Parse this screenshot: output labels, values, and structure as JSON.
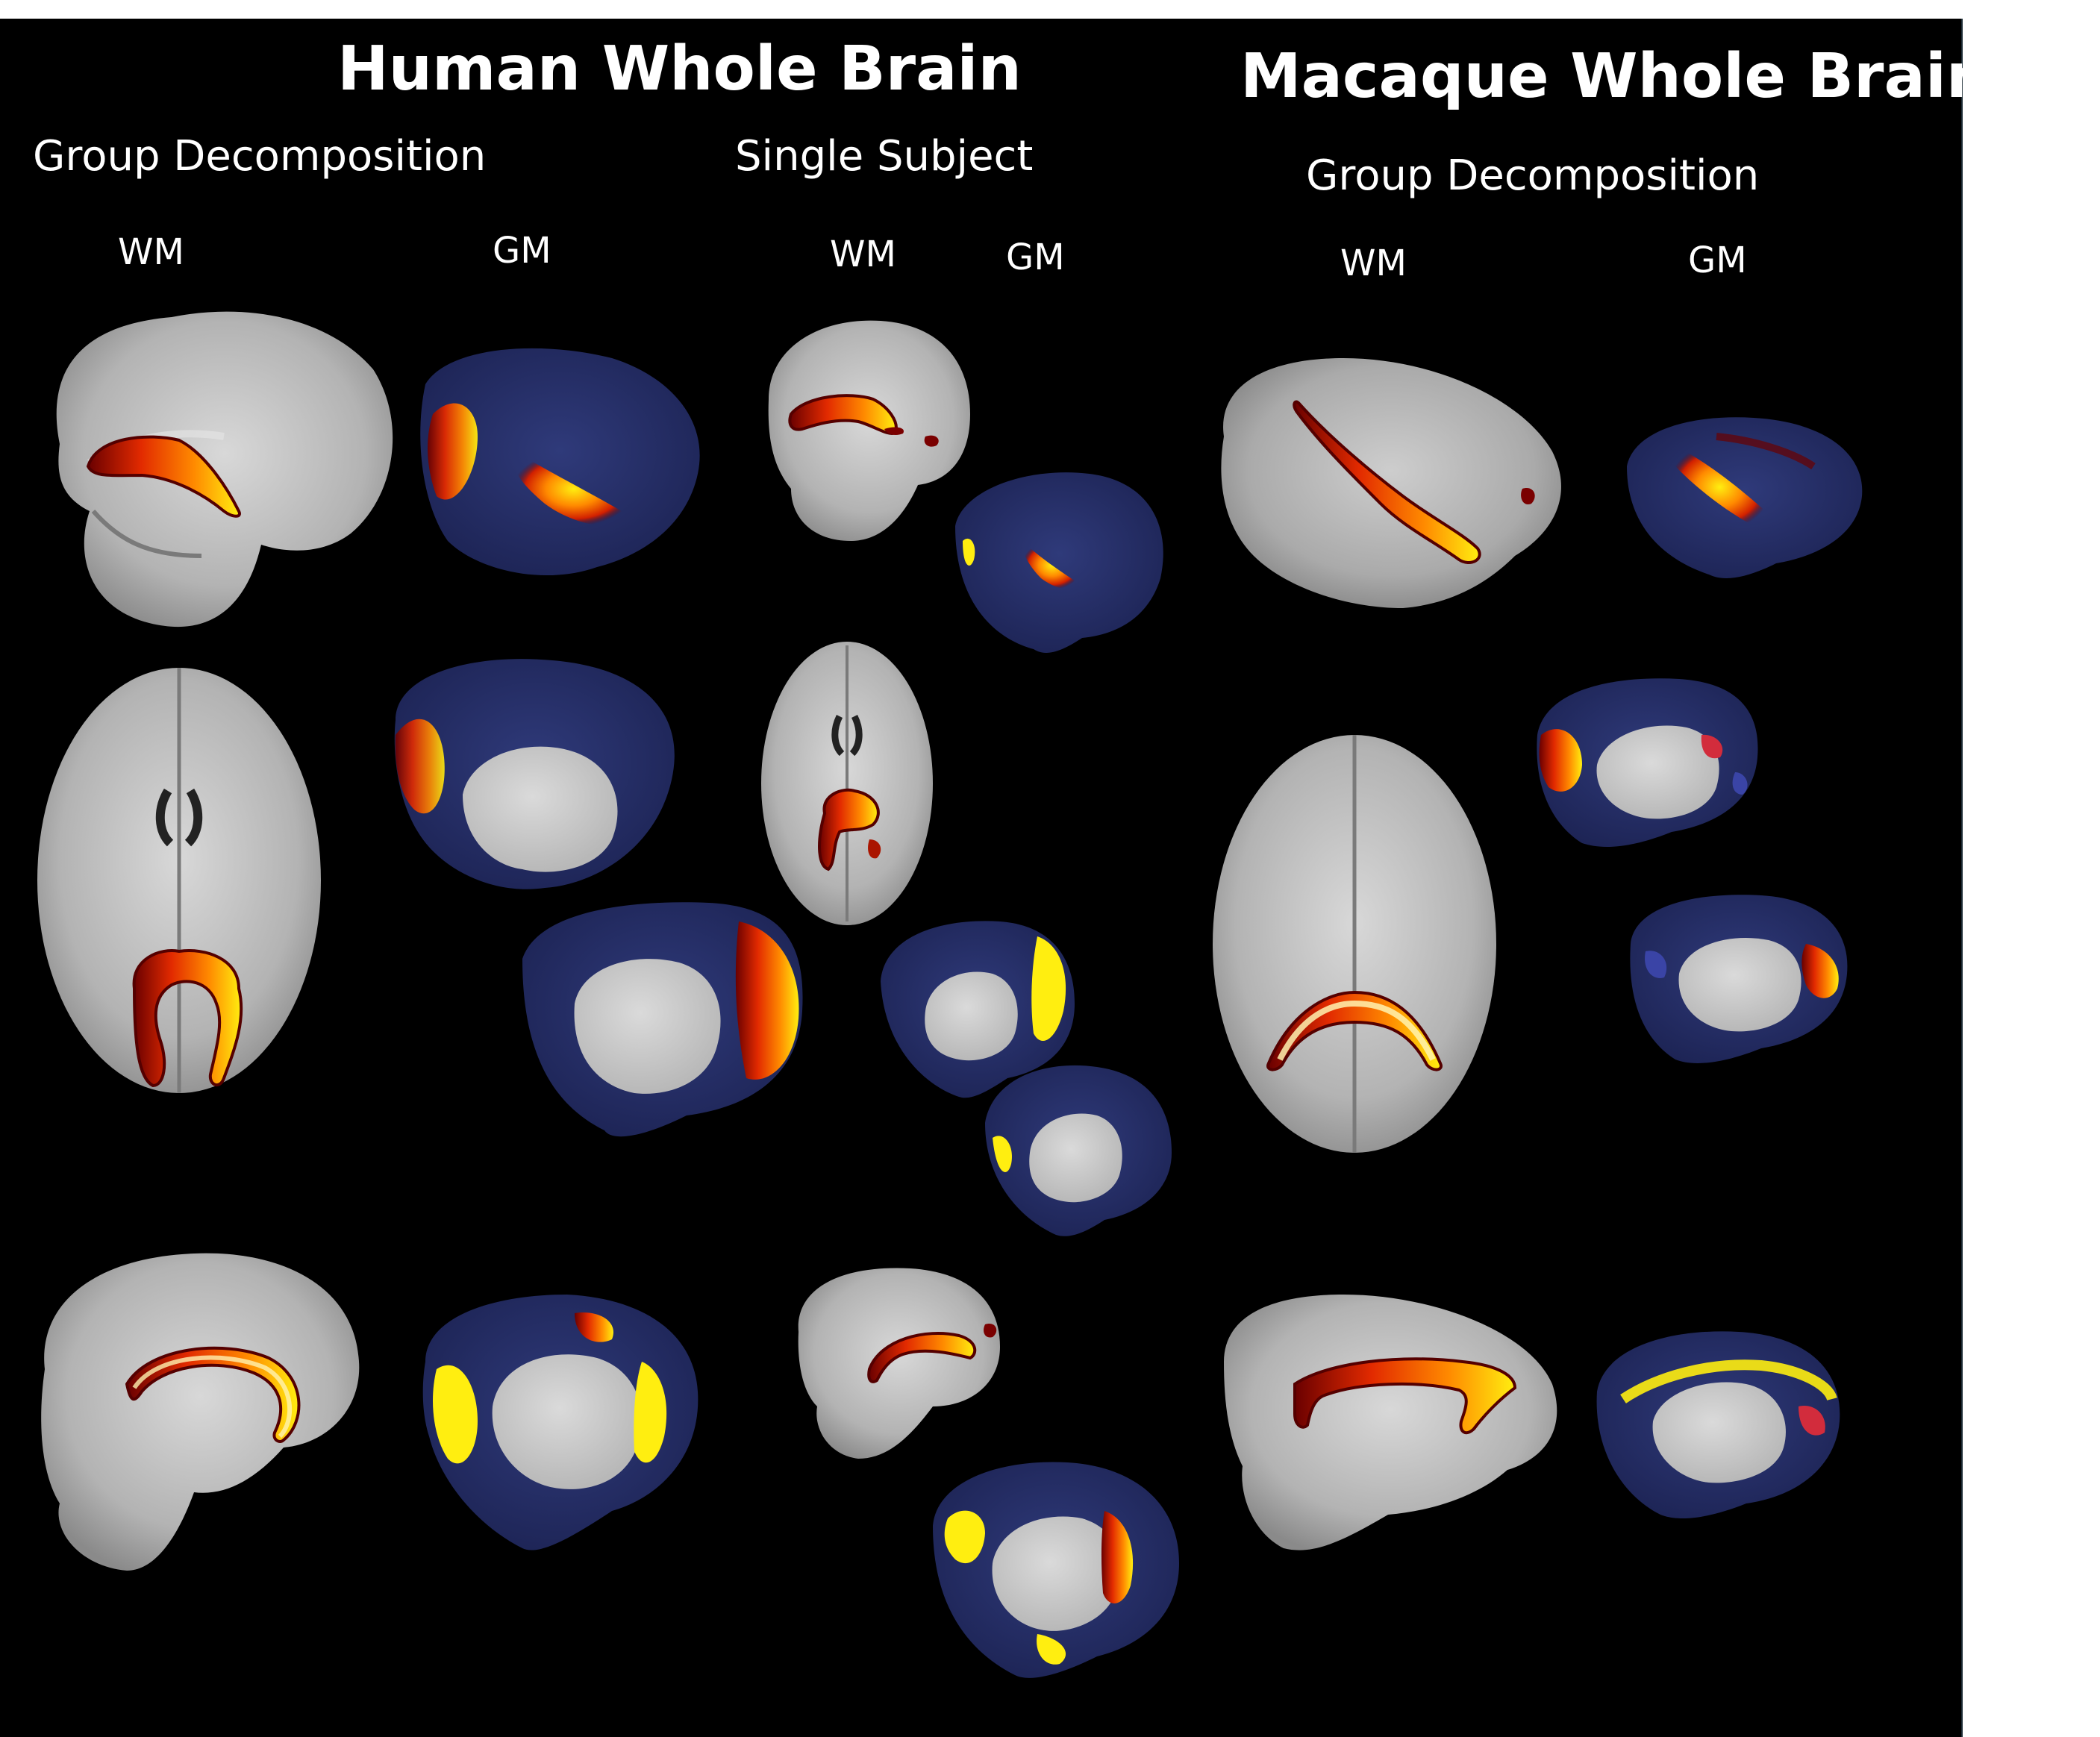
{
  "titles": {
    "human": "Human Whole Brain",
    "macaque": "Macaque Whole Brain"
  },
  "subtitles": {
    "human_group": "Group Decomposition",
    "human_single": "Single Subject",
    "macaque_group": "Group Decomposition"
  },
  "column_labels": {
    "human_group_wm": "WM",
    "human_group_gm": "GM",
    "human_single_wm": "WM",
    "human_single_gm": "GM",
    "macaque_group_wm": "WM",
    "macaque_group_gm": "GM"
  },
  "colors": {
    "background": "#000000",
    "slice_gray": "#b9b9b9",
    "surface_blue": "#27306b",
    "medial_wall": "#cfcfcf",
    "heat_dark": "#6a0000",
    "heat_red": "#e22a00",
    "heat_orange": "#ff8a00",
    "heat_yellow": "#ffee10",
    "macaque_mask": "#3a44a6",
    "macaque_red_patch": "#d22c3c"
  }
}
